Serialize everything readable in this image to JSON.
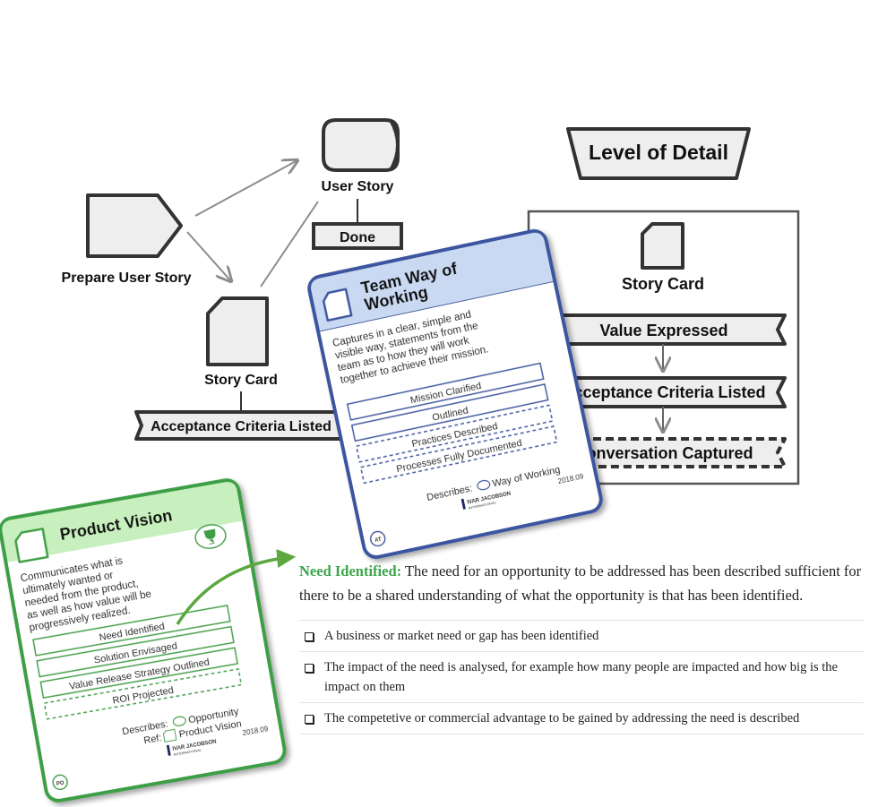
{
  "diagram": {
    "prepare_user_story": "Prepare User Story",
    "user_story": "User Story",
    "done": "Done",
    "story_card": "Story Card",
    "acceptance_criteria_listed": "Acceptance Criteria Listed"
  },
  "level_of_detail": {
    "title": "Level of Detail",
    "story_card": "Story Card",
    "levels": [
      "Value Expressed",
      "Acceptance Criteria Listed",
      "Conversation Captured"
    ]
  },
  "team_card": {
    "title_line1": "Team Way of",
    "title_line2": "Working",
    "desc": [
      "Captures in a clear, simple and",
      "visible way, statements from the",
      "team as to how they will work",
      "together to achieve their mission."
    ],
    "states": [
      "Mission Clarified",
      "Outlined",
      "Practices Described",
      "Processes Fully Documented"
    ],
    "describes_label": "Describes:",
    "describes_value": "Way of Working",
    "date": "2018.09",
    "brand": "IVAR JACOBSON",
    "brand_sub": "INTERNATIONAL",
    "badge": "AT"
  },
  "vision_card": {
    "title": "Product Vision",
    "desc": [
      "Communicates what is",
      "ultimately wanted or",
      "needed from the product,",
      "as well as how value will be",
      "progressively realized."
    ],
    "states": [
      "Need Identified",
      "Solution Envisaged",
      "Value Release Strategy Outlined",
      "ROI Projected"
    ],
    "describes_label": "Describes:",
    "describes_value": "Opportunity",
    "ref_label": "Ref:",
    "ref_value": "Product Vision",
    "date": "2018.09",
    "brand": "IVAR JACOBSON",
    "brand_sub": "INTERNATIONAL",
    "badge": "PO"
  },
  "criteria": {
    "heading": "Need Identified:",
    "text": "The need for an opportunity to be addressed has been described sufficient for there to be a shared understanding of what the opportunity is that has been identified.",
    "items": [
      "A business or market need or gap has been identified",
      "The impact of the need is analysed, for example how many people are impacted and how big is the impact on them",
      "The competetive or commercial advantage to be gained by addressing the need is described"
    ]
  },
  "colors": {
    "shape_fill": "#eeeeee",
    "shape_stroke": "#333333",
    "arrow": "#8c8c8c",
    "team_header": "#c9d9f2",
    "team_border": "#3b55a0",
    "vision_header": "#c8efbe",
    "vision_border": "#3e9f45",
    "need_green": "#3ba64a"
  }
}
